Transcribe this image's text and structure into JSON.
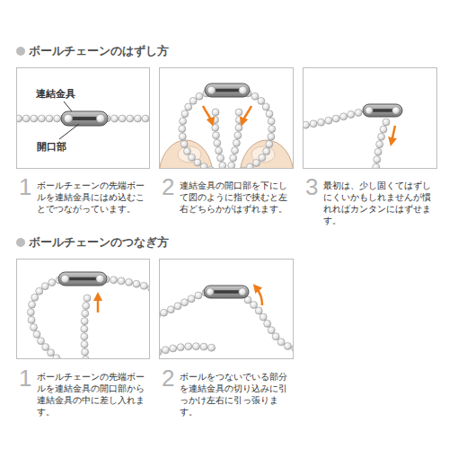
{
  "diagram": {
    "nodes": [
      {
        "text": [
          "連結金具",
          "開口部",
          "1",
          "ボールチェーンの先端ボールを連結金具にはめ込むことでつながっています。"
        ]
      },
      {
        "text": [
          "2",
          "連結金具の開口部を下にして図のように指で挟むと左右どちらかがはずれます。"
        ]
      },
      {
        "text": [
          "3",
          "最初は、少し固くてはずしにくいかもしれませんが慣れればカンタンにはずせます。"
        ]
      },
      {
        "text": [
          "1",
          "ボールチェーンの先端ボールを連結金具の開口部から連結金具の中に差し入れます。"
        ]
      },
      {
        "text": [
          "2",
          "ボールをつないでいる部分を連結金具の切り込みに引っかけ左右に引っ張ります。"
        ]
      }
    ],
    "labels": [
      "ボールチェーンのはずし方",
      "ボールチェーンのつなぎ方"
    ]
  }
}
